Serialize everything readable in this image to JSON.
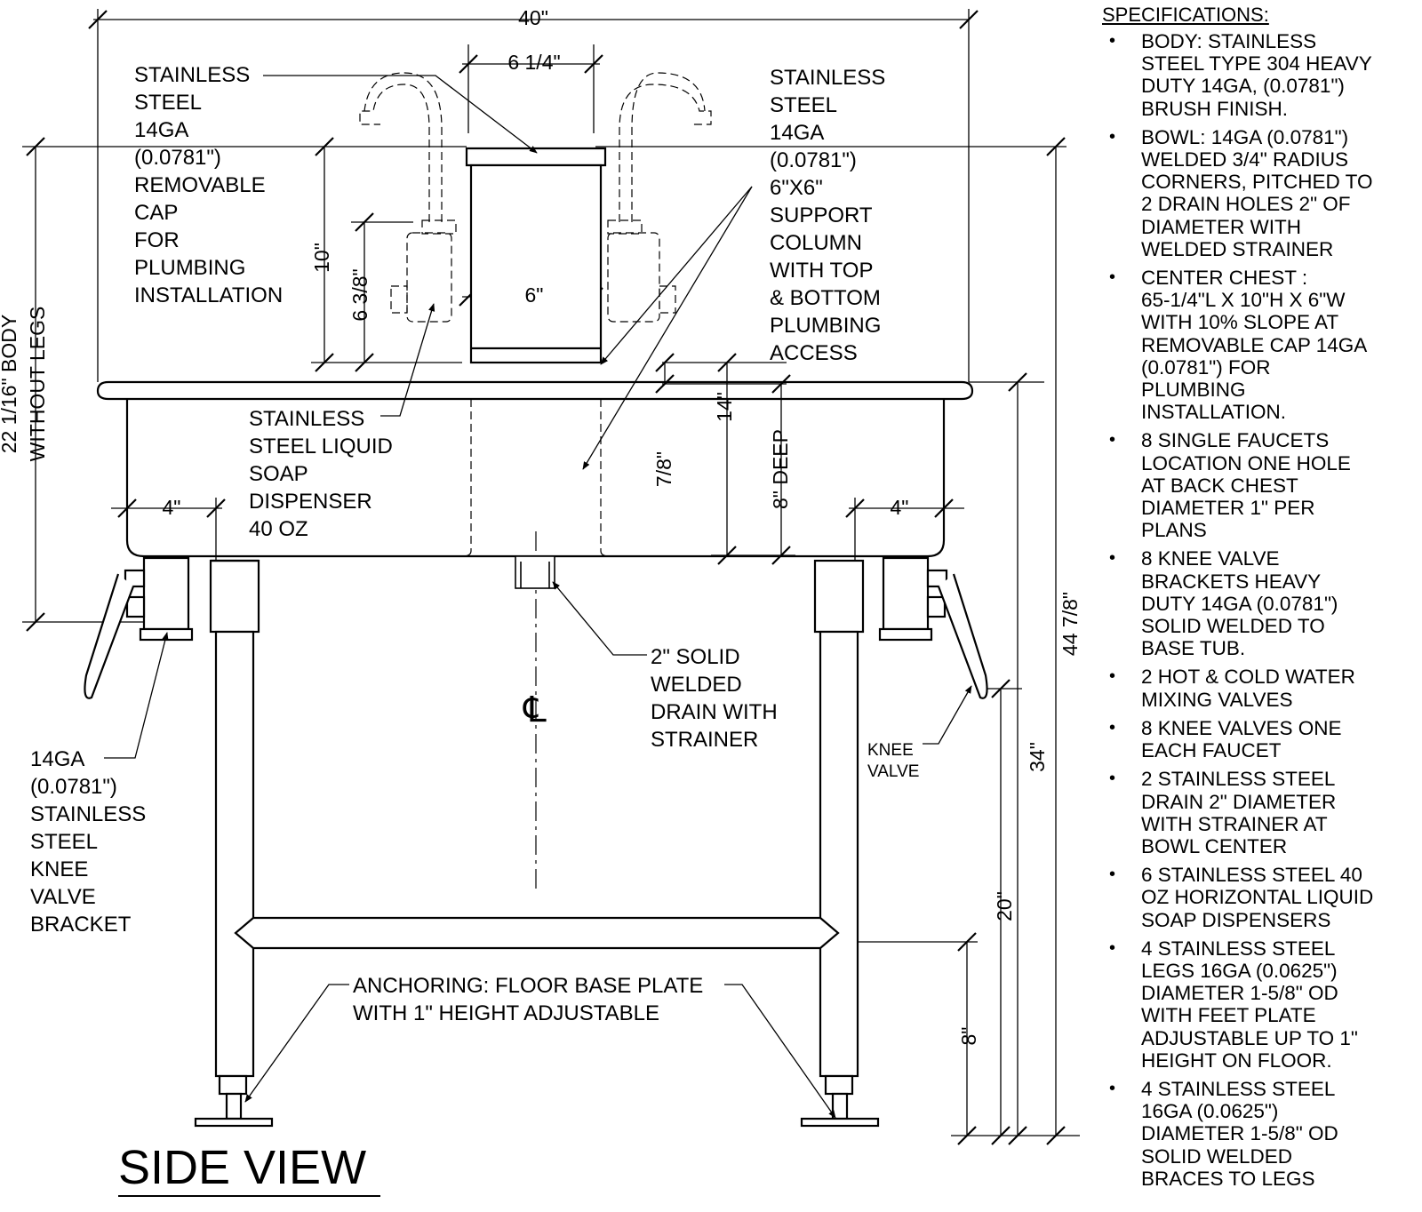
{
  "diagram": {
    "title": "SIDE VIEW",
    "centerline_symbol": "℄",
    "dimensions": {
      "overall_width": "40\"",
      "faucet_spacing": "6 1/4\"",
      "column_width": "6\"",
      "cap_height": "10\"",
      "faucet_height": "6 3/8\"",
      "body_height": "22 1/16\" BODY",
      "body_height_sub": "WITHOUT LEGS",
      "leg_inset_left": "4\"",
      "leg_inset_right": "4\"",
      "rim": "7/8\"",
      "bowl_height": "14\"",
      "bowl_depth": "8\" DEEP",
      "overall_height": "44 7/8\"",
      "work_height": "34\"",
      "under_height": "20\"",
      "shelf_height": "8\""
    },
    "callouts": {
      "cap": [
        "STAINLESS",
        "STEEL",
        "14GA",
        "(0.0781\")",
        "REMOVABLE",
        "CAP",
        "FOR",
        "PLUMBING",
        "INSTALLATION"
      ],
      "column": [
        "STAINLESS",
        "STEEL",
        "14GA",
        "(0.0781\")",
        "6\"X6\"",
        "SUPPORT",
        "COLUMN",
        "WITH TOP",
        "& BOTTOM",
        "PLUMBING",
        "ACCESS"
      ],
      "soap": [
        "STAINLESS",
        "STEEL LIQUID",
        "SOAP",
        "DISPENSER",
        "40 OZ"
      ],
      "drain": [
        "2\" SOLID",
        "WELDED",
        "DRAIN WITH",
        "STRAINER"
      ],
      "bracket": [
        "14GA",
        "(0.0781\")",
        "STAINLESS",
        "STEEL",
        "KNEE",
        "VALVE",
        "BRACKET"
      ],
      "knee": [
        "KNEE",
        "VALVE"
      ],
      "anchoring": [
        "ANCHORING: FLOOR BASE PLATE",
        "WITH 1\" HEIGHT ADJUSTABLE"
      ]
    }
  },
  "specifications": {
    "title": "SPECIFICATIONS:",
    "bullet": "•",
    "items": [
      "BODY: STAINLESS\nSTEEL TYPE 304 HEAVY\nDUTY 14GA, (0.0781\")\nBRUSH FINISH.",
      "BOWL: 14GA (0.0781\")\nWELDED 3/4\" RADIUS\nCORNERS, PITCHED TO\n2 DRAIN HOLES 2\" OF\nDIAMETER WITH\nWELDED STRAINER",
      "CENTER CHEST :\n65-1/4\"L  X 10\"H X 6\"W\nWITH 10% SLOPE AT\nREMOVABLE CAP 14GA\n(0.0781\") FOR\nPLUMBING\nINSTALLATION.",
      "8 SINGLE FAUCETS\nLOCATION ONE HOLE\nAT BACK CHEST\nDIAMETER 1\" PER\nPLANS",
      "8 KNEE VALVE\nBRACKETS HEAVY\nDUTY 14GA (0.0781\")\nSOLID WELDED TO\nBASE TUB.",
      "2  HOT & COLD WATER\nMIXING VALVES",
      "8 KNEE VALVES ONE\nEACH FAUCET",
      "2 STAINLESS STEEL\nDRAIN 2\" DIAMETER\nWITH STRAINER AT\nBOWL CENTER",
      "6 STAINLESS STEEL 40\nOZ HORIZONTAL LIQUID\nSOAP  DISPENSERS",
      "4 STAINLESS STEEL\nLEGS 16GA (0.0625\")\nDIAMETER 1-5/8\" OD\nWITH FEET PLATE\nADJUSTABLE UP TO 1\"\nHEIGHT ON FLOOR.",
      "4 STAINLESS STEEL\n16GA (0.0625\")\nDIAMETER 1-5/8\" OD\nSOLID WELDED\nBRACES TO LEGS"
    ]
  }
}
